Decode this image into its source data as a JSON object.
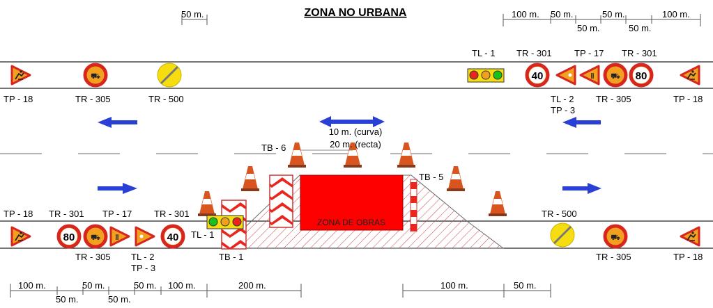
{
  "title": "ZONA NO URBANA",
  "colors": {
    "sign_red": "#d7261e",
    "sign_orange": "#f2a020",
    "work_zone": "#ff0000",
    "arrow_blue": "#2a3fd6",
    "end_yellow": "#f5dd10",
    "cone": "#d9541e",
    "hatch": "#d04040"
  },
  "top_lane": {
    "signs_left": {
      "tp18": "TP - 18",
      "tr305": "TR - 305",
      "tr500": "TR - 500"
    },
    "signs_right": {
      "tl1": "TL - 1",
      "tr301_a": "TR - 301",
      "tp17": "TP - 17",
      "tr301_b": "TR - 301",
      "tl2": "TL - 2",
      "tp3": "TP - 3",
      "tr305": "TR - 305",
      "tp18": "TP - 18",
      "speed_a": "40",
      "speed_b": "80"
    }
  },
  "bottom_lane": {
    "labels": {
      "tp18_l": "TP - 18",
      "tr301_a": "TR - 301",
      "tp17": "TP - 17",
      "tr301_b": "TR - 301",
      "tl1": "TL - 1",
      "tr305_l": "TR - 305",
      "tl2": "TL - 2",
      "tp3": "TP - 3",
      "tb1": "TB - 1",
      "tr500": "TR - 500",
      "tr305_r": "TR - 305",
      "tp18_r": "TP - 18",
      "speed_a": "80",
      "speed_b": "40"
    }
  },
  "work_zone": {
    "label": "ZONA DE OBRAS",
    "tb6": "TB - 6",
    "tb5": "TB - 5",
    "curve": "10 m. (curva)",
    "straight": "20 m. (recta)"
  },
  "distances_top": {
    "d1": "50 m.",
    "d2": "100 m.",
    "d3": "50 m.",
    "d4": "50 m.",
    "d5": "100 m.",
    "d6": "50 m.",
    "d7": "50 m."
  },
  "distances_bottom": {
    "d1": "100 m.",
    "d2": "50 m.",
    "d3": "50 m.",
    "d4": "50 m.",
    "d5": "100 m.",
    "d6": "50 m.",
    "d7": "200 m.",
    "d8": "100 m.",
    "d9": "50 m."
  }
}
